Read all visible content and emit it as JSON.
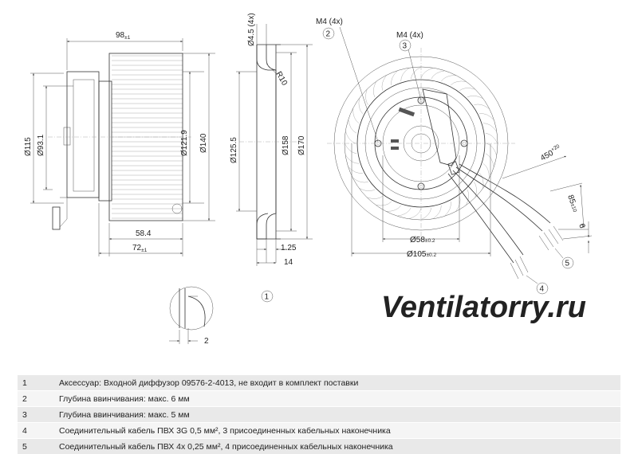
{
  "side_view": {
    "dim_98": "98",
    "dim_98_tol": "±1",
    "dim_115": "Ø115",
    "dim_93_1": "Ø93.1",
    "dim_121_9": "Ø121.9",
    "dim_140": "Ø140",
    "dim_58_4": "58.4",
    "dim_72": "72",
    "dim_72_tol": "±1"
  },
  "flange_view": {
    "dim_hole": "Ø4.5 (4x)",
    "dim_r10": "R10",
    "dim_125_5": "Ø125.5",
    "dim_158": "Ø158",
    "dim_170": "Ø170",
    "dim_1_25": "1.25",
    "dim_14": "14",
    "callout_1": "1"
  },
  "detail_view": {
    "dim_2": "2"
  },
  "front_view": {
    "thread_a": "M4 (4x)",
    "thread_b": "M4 (4x)",
    "callout_2": "2",
    "callout_3": "3",
    "callout_4": "4",
    "callout_5": "5",
    "dim_58": "Ø58",
    "dim_58_tol": "±0.2",
    "dim_105": "Ø105",
    "dim_105_tol": "±0.2",
    "cable_450": "450",
    "cable_450_tol": "+20",
    "cable_85": "85",
    "cable_85_tol": "±10",
    "cable_6": "6"
  },
  "watermark": "Ventilatorry.ru",
  "notes": [
    {
      "num": "1",
      "text": "Аксессуар: Входной диффузор 09576-2-4013, не входит в комплект поставки"
    },
    {
      "num": "2",
      "text": "Глубина ввинчивания: макс. 6 мм"
    },
    {
      "num": "3",
      "text": "Глубина ввинчивания: макс. 5 мм"
    },
    {
      "num": "4",
      "text": "Соединительный кабель ПВХ 3G 0,5 мм², 3 присоединенных кабельных наконечника"
    },
    {
      "num": "5",
      "text": "Соединительный кабель ПВХ 4x 0,25 мм², 4 присоединенных кабельных наконечника"
    }
  ]
}
